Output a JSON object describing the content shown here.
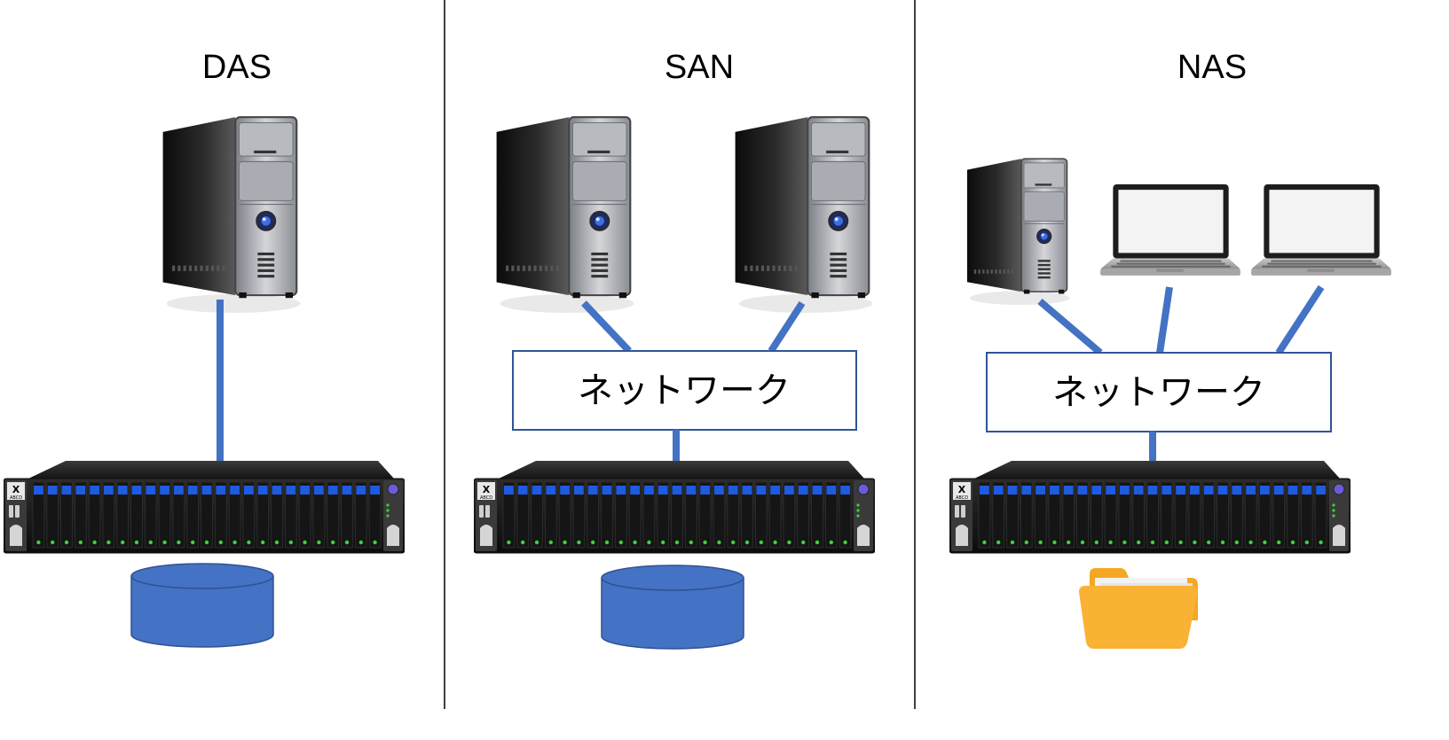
{
  "panels": [
    {
      "title": "DAS",
      "storage_icon": "database-cylinder-icon"
    },
    {
      "title": "SAN",
      "network_label": "ネットワーク",
      "storage_icon": "database-cylinder-icon"
    },
    {
      "title": "NAS",
      "network_label": "ネットワーク",
      "storage_icon": "folder-icon"
    }
  ],
  "colors": {
    "connector": "#4472C4",
    "network_box_border": "#2F5597",
    "cylinder_fill": "#4472C4",
    "cylinder_stroke": "#2F528F",
    "folder_back": "#F5A623",
    "folder_front": "#F9B233",
    "divider": "#000000",
    "drive_bay_blue": "#1E5BE0",
    "drive_led_green": "#3FD13F"
  },
  "icons": {
    "server": "tower-server-icon",
    "laptop": "laptop-icon",
    "storage_array": "rack-storage-array-icon"
  }
}
